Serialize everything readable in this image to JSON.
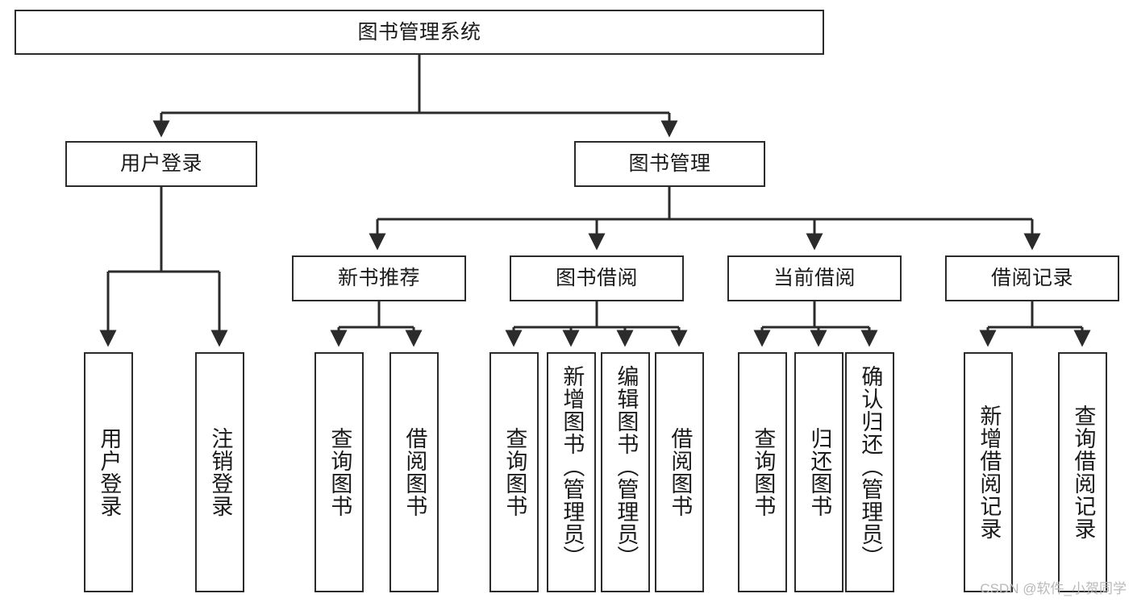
{
  "diagram": {
    "type": "tree",
    "title": "图书管理系统",
    "watermark": "CSDN @软件_小贺同学",
    "colors": {
      "stroke": "#2b2b2b",
      "fill": "#ffffff",
      "text": "#1a1a1a",
      "watermark": "#b9b9b9"
    },
    "nodes": {
      "root": {
        "label": "图书管理系统"
      },
      "level1": [
        {
          "id": "user-login",
          "label": "用户登录"
        },
        {
          "id": "book-manage",
          "label": "图书管理"
        }
      ],
      "level2": [
        {
          "id": "new-book-recommend",
          "label": "新书推荐"
        },
        {
          "id": "book-borrow",
          "label": "图书借阅"
        },
        {
          "id": "current-borrow",
          "label": "当前借阅"
        },
        {
          "id": "borrow-record",
          "label": "借阅记录"
        }
      ],
      "leaves": {
        "user-login": [
          {
            "id": "leaf-user-login",
            "label": "用户登录"
          },
          {
            "id": "leaf-logout",
            "label": "注销登录"
          }
        ],
        "new-book-recommend": [
          {
            "id": "leaf-query-book-1",
            "label": "查询图书"
          },
          {
            "id": "leaf-borrow-book-1",
            "label": "借阅图书"
          }
        ],
        "book-borrow": [
          {
            "id": "leaf-query-book-2",
            "label": "查询图书"
          },
          {
            "id": "leaf-add-book",
            "label": "新增图书（管理员）"
          },
          {
            "id": "leaf-edit-book",
            "label": "编辑图书（管理员）"
          },
          {
            "id": "leaf-borrow-book-2",
            "label": "借阅图书"
          }
        ],
        "current-borrow": [
          {
            "id": "leaf-query-book-3",
            "label": "查询图书"
          },
          {
            "id": "leaf-return-book",
            "label": "归还图书"
          },
          {
            "id": "leaf-confirm-return",
            "label": "确认归还（管理员）"
          }
        ],
        "borrow-record": [
          {
            "id": "leaf-add-record",
            "label": "新增借阅记录"
          },
          {
            "id": "leaf-query-record",
            "label": "查询借阅记录"
          }
        ]
      }
    }
  }
}
